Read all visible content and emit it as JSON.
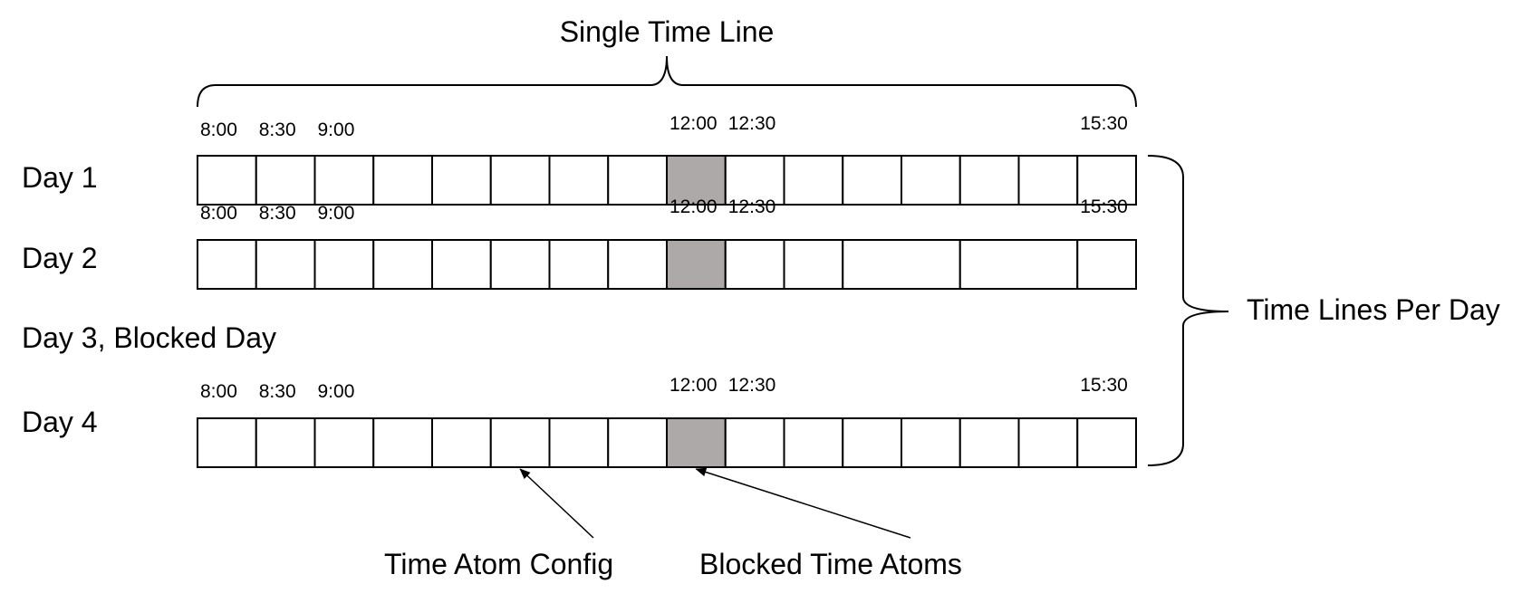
{
  "title": "Single Time Line",
  "side_label": "Time Lines Per Day",
  "colors": {
    "blocked": "#ada9a9",
    "free": "#ffffff",
    "line": "#000000"
  },
  "days": [
    {
      "label": "Day 1",
      "blocked": false,
      "cells": [
        1,
        1,
        1,
        1,
        1,
        1,
        1,
        1,
        1,
        1,
        1,
        1,
        1,
        1,
        1,
        1
      ],
      "blocked_cells": [
        8
      ],
      "ticks": [
        {
          "t": "8:00",
          "i": 0
        },
        {
          "t": "8:30",
          "i": 1
        },
        {
          "t": "9:00",
          "i": 2
        },
        {
          "t": "12:00",
          "i": 8
        },
        {
          "t": "12:30",
          "i": 9
        },
        {
          "t": "15:30",
          "i": 15
        }
      ]
    },
    {
      "label": "Day 2",
      "blocked": false,
      "cells": [
        1,
        1,
        1,
        1,
        1,
        1,
        1,
        1,
        1,
        1,
        1,
        2,
        2,
        1
      ],
      "blocked_cells": [
        8
      ],
      "ticks": [
        {
          "t": "8:00",
          "i": 0
        },
        {
          "t": "8:30",
          "i": 1
        },
        {
          "t": "9:00",
          "i": 2
        },
        {
          "t": "12:00",
          "i": 8
        },
        {
          "t": "12:30",
          "i": 9
        },
        {
          "t": "15:30",
          "i": 15
        }
      ]
    },
    {
      "label": "Day 3, Blocked Day",
      "blocked": true,
      "cells": [],
      "blocked_cells": [],
      "ticks": []
    },
    {
      "label": "Day 4",
      "blocked": false,
      "cells": [
        1,
        1,
        1,
        1,
        1,
        1,
        1,
        1,
        1,
        1,
        1,
        1,
        1,
        1,
        1,
        1
      ],
      "blocked_cells": [
        8
      ],
      "ticks": [
        {
          "t": "8:00",
          "i": 0
        },
        {
          "t": "8:30",
          "i": 1
        },
        {
          "t": "9:00",
          "i": 2
        },
        {
          "t": "12:00",
          "i": 8
        },
        {
          "t": "12:30",
          "i": 9
        },
        {
          "t": "15:30",
          "i": 15
        }
      ]
    }
  ],
  "annotations": [
    {
      "label": "Time Atom Config",
      "day": 3,
      "cell": 5
    },
    {
      "label": "Blocked Time Atoms",
      "day": 3,
      "cell": 8
    }
  ]
}
